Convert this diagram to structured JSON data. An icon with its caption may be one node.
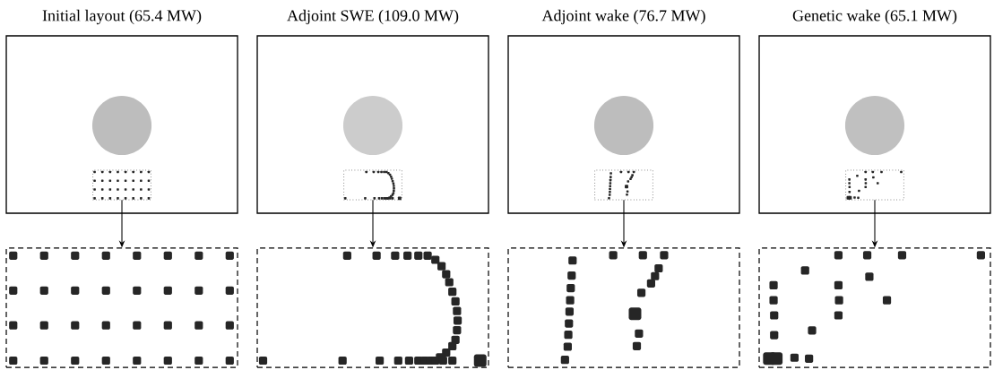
{
  "diagram": {
    "nodes": [
      {
        "text": [
          "Initial layout (65.4 MW)"
        ]
      },
      {
        "text": [],
        "shape": "box",
        "in": 0
      },
      {
        "text": [],
        "shape": "box"
      },
      {
        "text": [
          "Adjoint SWE (109.0 MW)"
        ]
      },
      {
        "text": [],
        "shape": "box",
        "in": 3
      },
      {
        "text": [],
        "shape": "box"
      },
      {
        "text": [
          "Adjoint wake (76.7 MW)"
        ]
      },
      {
        "text": [],
        "shape": "box",
        "in": 6
      },
      {
        "text": [],
        "shape": "box"
      },
      {
        "text": [
          "Genetic wake (65.1 MW)"
        ]
      },
      {
        "text": [],
        "shape": "box",
        "in": 9
      },
      {
        "text": [],
        "shape": "box"
      }
    ],
    "edges": [
      {
        "from": 1,
        "to": 2,
        "arrow": "to"
      },
      {
        "from": 4,
        "to": 5,
        "arrow": "to"
      },
      {
        "from": 7,
        "to": 8,
        "arrow": "to"
      },
      {
        "from": 10,
        "to": 11,
        "arrow": "to"
      }
    ]
  }
}
